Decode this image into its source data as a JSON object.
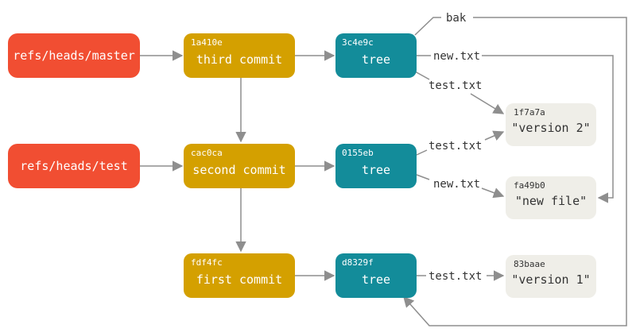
{
  "refs": {
    "master": "refs/heads/master",
    "test": "refs/heads/test"
  },
  "commits": [
    {
      "id": "c3",
      "hash": "1a410e",
      "label": "third commit"
    },
    {
      "id": "c2",
      "hash": "cac0ca",
      "label": "second commit"
    },
    {
      "id": "c1",
      "hash": "fdf4fc",
      "label": "first commit"
    }
  ],
  "trees": [
    {
      "id": "t3",
      "hash": "3c4e9c",
      "label": "tree"
    },
    {
      "id": "t2",
      "hash": "0155eb",
      "label": "tree"
    },
    {
      "id": "t1",
      "hash": "d8329f",
      "label": "tree"
    }
  ],
  "blobs": [
    {
      "id": "b_v2",
      "hash": "1f7a7a",
      "label": "\"version 2\""
    },
    {
      "id": "b_new",
      "hash": "fa49b0",
      "label": "\"new file\""
    },
    {
      "id": "b_v1",
      "hash": "83baae",
      "label": "\"version 1\""
    }
  ],
  "edges": {
    "bak": "bak",
    "t3_new": "new.txt",
    "t3_test": "test.txt",
    "t2_test": "test.txt",
    "t2_new": "new.txt",
    "t1_test": "test.txt"
  },
  "colors": {
    "ref": "#f14e32",
    "commit": "#d4a000",
    "tree": "#138c9a",
    "blob": "#efeee8",
    "line": "#8e8e8e",
    "text_light": "#ffffff",
    "text_dark": "#333333"
  }
}
